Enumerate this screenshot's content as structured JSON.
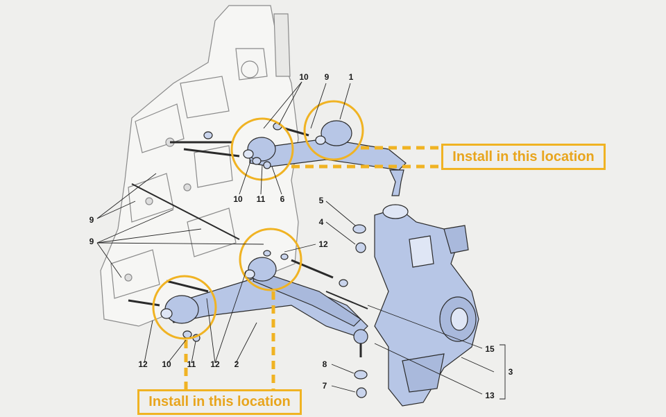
{
  "callouts": {
    "top": "Install in this location",
    "bottom": "Install in this location"
  },
  "labels": {
    "l10a": "10",
    "l9a": "9",
    "l1": "1",
    "l10b": "10",
    "l11a": "11",
    "l6": "6",
    "l5": "5",
    "l4": "4",
    "l9b": "9",
    "l9c": "9",
    "l12a": "12",
    "l15": "15",
    "l3": "3",
    "l12b": "12",
    "l10c": "10",
    "l11b": "11",
    "l12c": "12",
    "l2": "2",
    "l8": "8",
    "l7": "7",
    "l13": "13"
  },
  "colors": {
    "accent": "#f0b323",
    "accent_text": "#e8a51d",
    "part_blue": "#b7c6e6",
    "line": "#2a2a2a",
    "background": "#efefed"
  }
}
